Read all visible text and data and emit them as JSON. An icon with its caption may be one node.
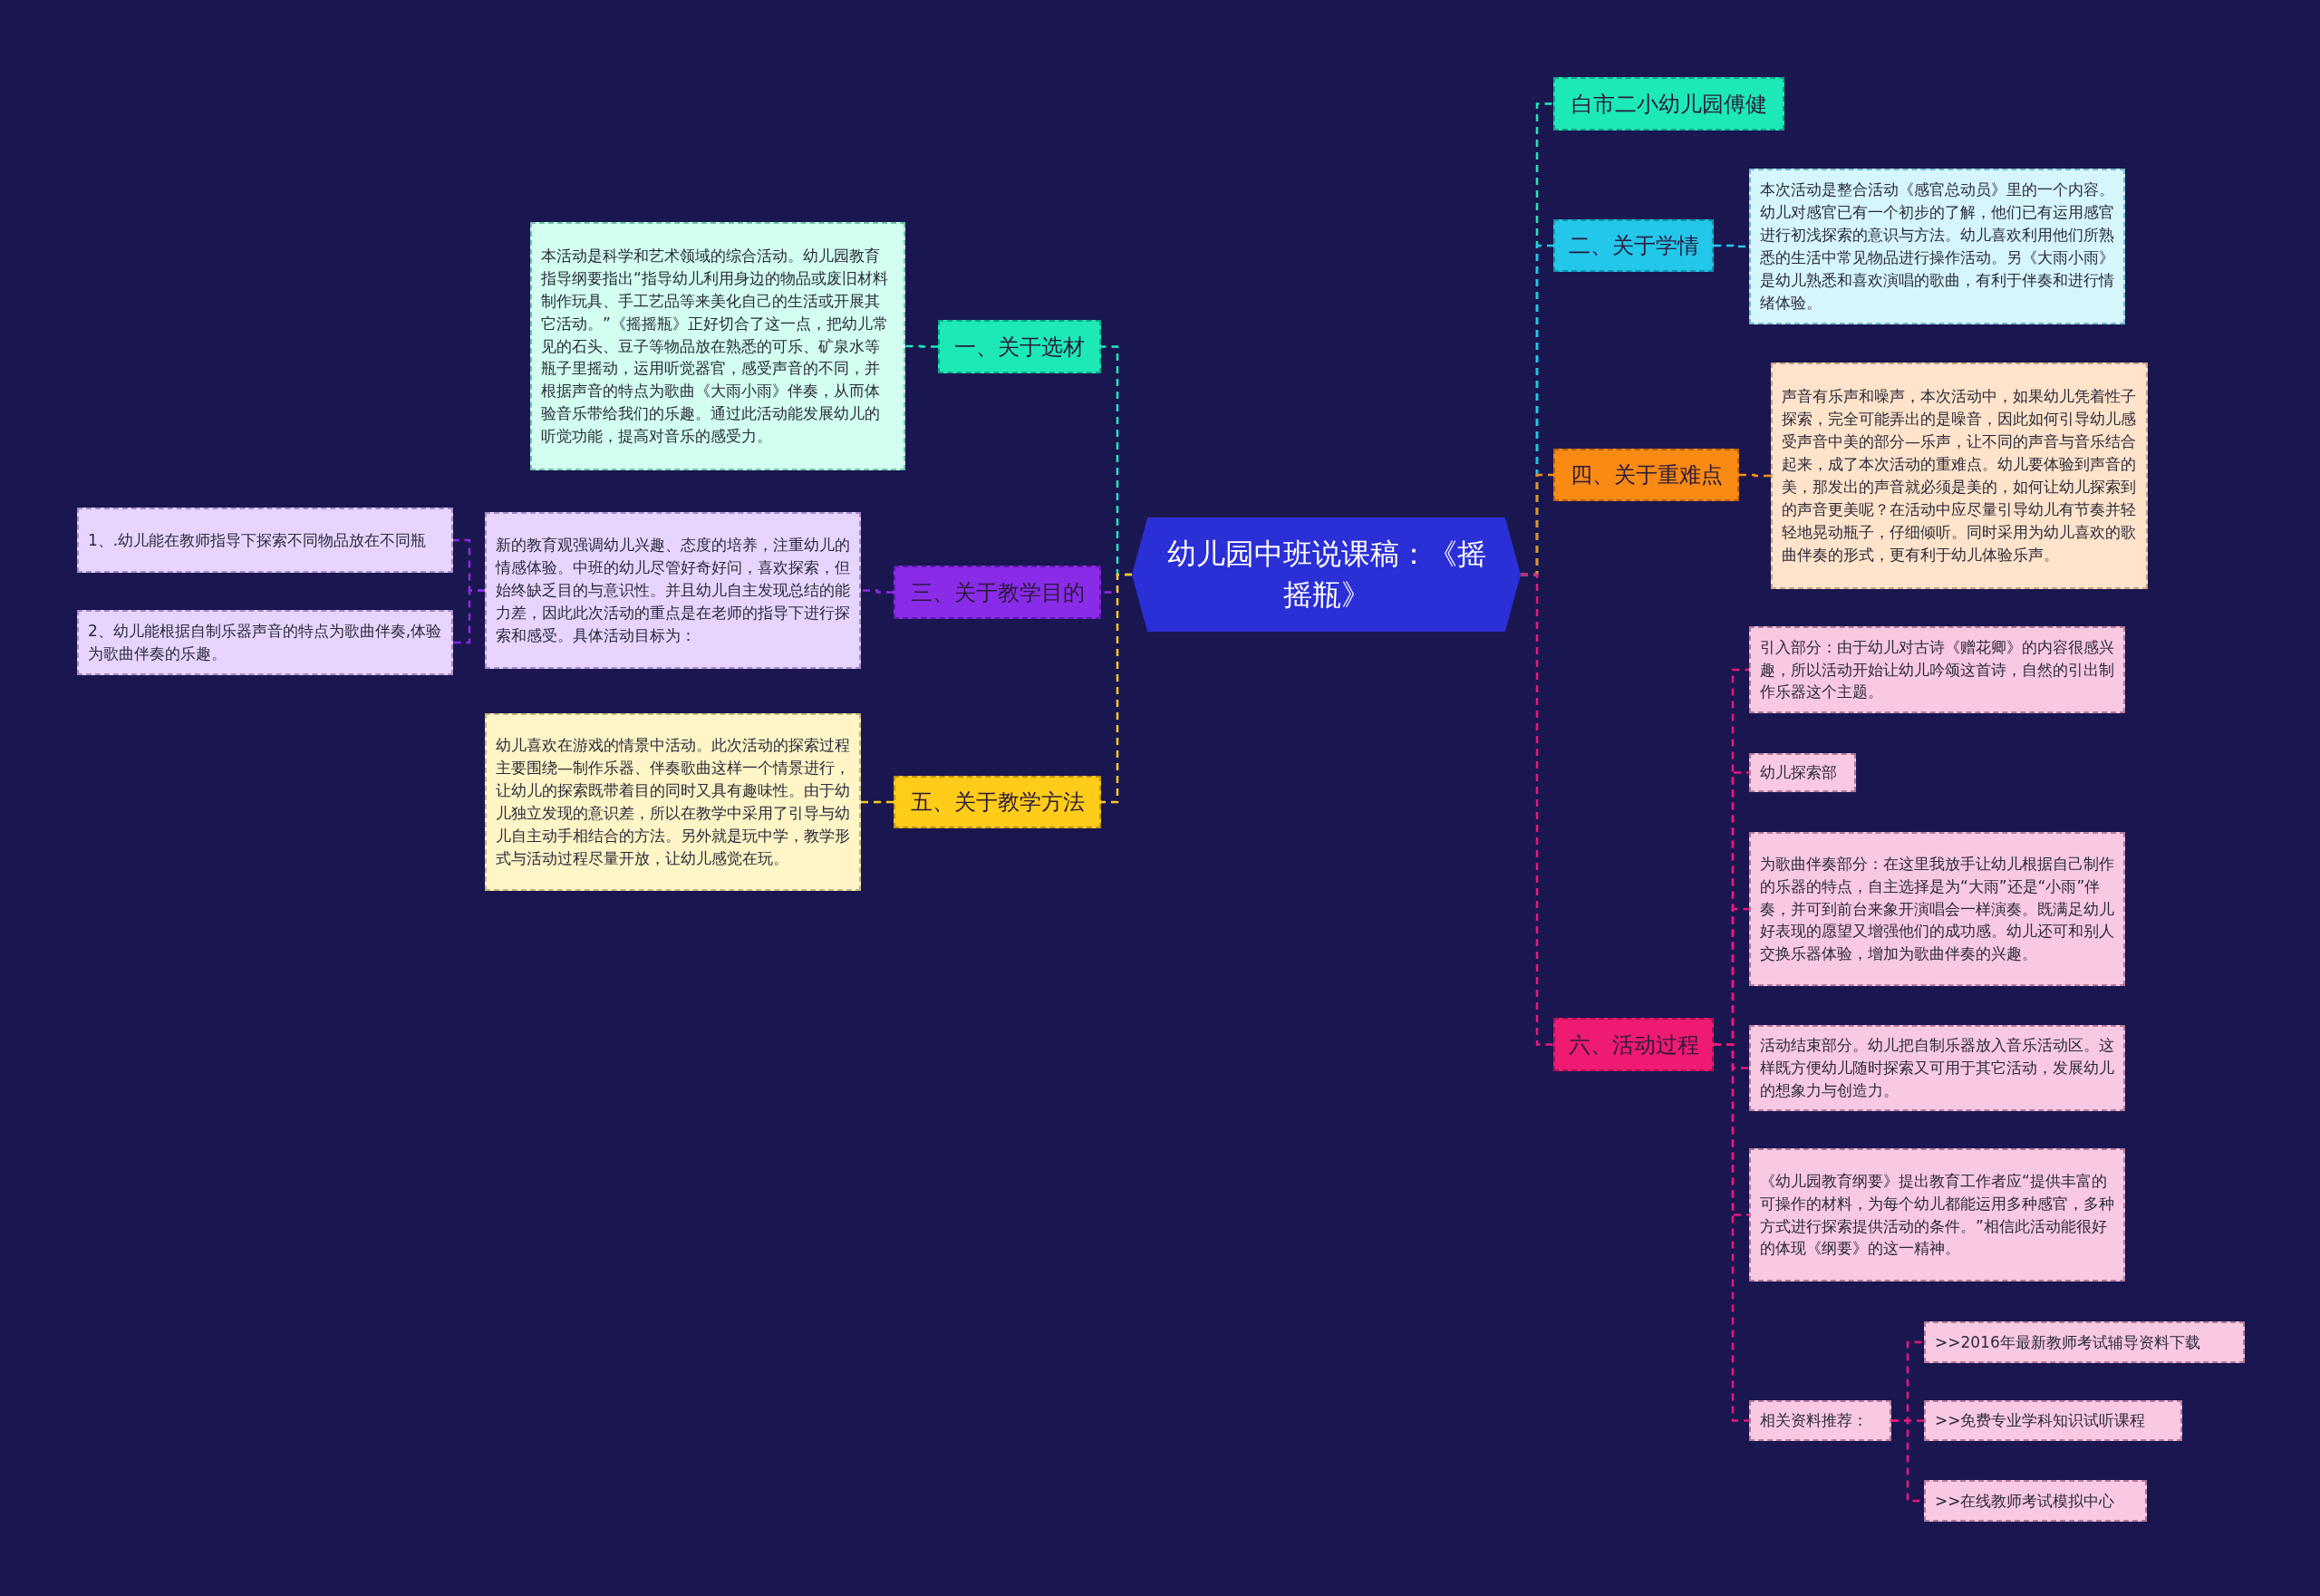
{
  "diagram": {
    "nodes": [
      {
        "text": [
          "幼儿园中班说课稿：《摇摇瓶》"
        ]
      },
      {
        "text": [
          "白市二小幼儿园傅健"
        ]
      },
      {
        "text": [
          "二、关于学情"
        ]
      },
      {
        "text": [
          "本次活动是整合活动《感官总动员》里的一个内容。幼儿对感官已有一个初步的了解，他们已有运用感官进行初浅探索的意识与方法。幼儿喜欢利用他们所熟悉的生活中常见物品进行操作活动。另《大雨小雨》是幼儿熟悉和喜欢演唱的歌曲，有利于伴奏和进行情绪体验。"
        ]
      },
      {
        "text": [
          "一、关于选材"
        ]
      },
      {
        "text": [
          "本活动是科学和艺术领域的综合活动。幼儿园教育指导纲要指出“指导幼儿利用身边的物品或废旧材料制作玩具、手工艺品等来美化自己的生活或开展其它活动。”《摇摇瓶》正好切合了这一点，把幼儿常见的石头、豆子等物品放在熟悉的可乐、矿泉水等瓶子里摇动，运用听觉器官，感受声音的不同，并根据声音的特点为歌曲《大雨小雨》伴奏，从而体验音乐带给我们的乐趣。通过此活动能发展幼儿的听觉功能，提高对音乐的感受力。"
        ]
      },
      {
        "text": [
          "四、关于重难点"
        ]
      },
      {
        "text": [
          "声音有乐声和噪声，本次活动中，如果幼儿凭着性子探索，完全可能弄出的是噪音，因此如何引导幼儿感受声音中美的部分—乐声，让不同的声音与音乐结合起来，成了本次活动的重难点。幼儿要体验到声音的美，那发出的声音就必须是美的，如何让幼儿探索到的声音更美呢？在活动中应尽量引导幼儿有节奏并轻轻地晃动瓶子，仔细倾听。同时采用为幼儿喜欢的歌曲伴奏的形式，更有利于幼儿体验乐声。"
        ]
      },
      {
        "text": [
          "三、关于教学目的"
        ]
      },
      {
        "text": [
          "新的教育观强调幼儿兴趣、态度的培养，注重幼儿的情感体验。中班的幼儿尽管好奇好问，喜欢探索，但始终缺乏目的与意识性。并且幼儿自主发现总结的能力差，因此此次活动的重点是在老师的指导下进行探索和感受。具体活动目标为："
        ]
      },
      {
        "text": [
          "1、.幼儿能在教师指导下探索不同物品放在不同瓶"
        ]
      },
      {
        "text": [
          "2、幼儿能根据自制乐器声音的特点为歌曲伴奏,体验为歌曲伴奏的乐趣。"
        ]
      },
      {
        "text": [
          "五、关于教学方法"
        ]
      },
      {
        "text": [
          "幼儿喜欢在游戏的情景中活动。此次活动的探索过程主要围绕—制作乐器、伴奏歌曲这样一个情景进行，让幼儿的探索既带着目的同时又具有趣味性。由于幼儿独立发现的意识差，所以在教学中采用了引导与幼儿自主动手相结合的方法。另外就是玩中学，教学形式与活动过程尽量开放，让幼儿感觉在玩。"
        ]
      },
      {
        "text": [
          "六、活动过程"
        ]
      },
      {
        "text": [
          "引入部分：由于幼儿对古诗《赠花卿》的内容很感兴趣，所以活动开始让幼儿吟颂这首诗，自然的引出制作乐器这个主题。"
        ]
      },
      {
        "text": [
          "幼儿探索部"
        ]
      },
      {
        "text": [
          "为歌曲伴奏部分：在这里我放手让幼儿根据自己制作的乐器的特点，自主选择是为“大雨”还是“小雨”伴奏，并可到前台来象开演唱会一样演奏。既满足幼儿好表现的愿望又增强他们的成功感。幼儿还可和别人交换乐器体验，增加为歌曲伴奏的兴趣。"
        ]
      },
      {
        "text": [
          "活动结束部分。幼儿把自制乐器放入音乐活动区。这样既方便幼儿随时探索又可用于其它活动，发展幼儿的想象力与创造力。"
        ]
      },
      {
        "text": [
          "《幼儿园教育纲要》提出教育工作者应“提供丰富的可操作的材料，为每个幼儿都能运用多种感官，多种方式进行探索提供活动的条件。”相信此活动能很好的体现《纲要》的这一精神。"
        ]
      },
      {
        "text": [
          "相关资料推荐："
        ]
      },
      {
        "text": [
          ">>2016年最新教师考试辅导资料下载"
        ]
      },
      {
        "text": [
          ">>免费专业学科知识试听课程"
        ]
      },
      {
        "text": [
          ">>在线教师考试模拟中心"
        ]
      }
    ],
    "edges": [
      {
        "from": 0,
        "to": 1,
        "arrow": "none",
        "color": "#1de9b6"
      },
      {
        "from": 0,
        "to": 2,
        "arrow": "none",
        "color": "#22c7ea"
      },
      {
        "from": 2,
        "to": 3,
        "arrow": "none",
        "color": "#22c7ea"
      },
      {
        "from": 0,
        "to": 4,
        "arrow": "none",
        "color": "#1de9b6"
      },
      {
        "from": 4,
        "to": 5,
        "arrow": "none",
        "color": "#1de9b6"
      },
      {
        "from": 0,
        "to": 6,
        "arrow": "none",
        "color": "#f98a14"
      },
      {
        "from": 6,
        "to": 7,
        "arrow": "none",
        "color": "#f98a14"
      },
      {
        "from": 0,
        "to": 8,
        "arrow": "none",
        "color": "#8a2be8"
      },
      {
        "from": 8,
        "to": 9,
        "arrow": "none",
        "color": "#8a2be8"
      },
      {
        "from": 9,
        "to": 10,
        "arrow": "none",
        "color": "#8a2be8"
      },
      {
        "from": 9,
        "to": 11,
        "arrow": "none",
        "color": "#8a2be8"
      },
      {
        "from": 0,
        "to": 12,
        "arrow": "none",
        "color": "#ffcc1a"
      },
      {
        "from": 12,
        "to": 13,
        "arrow": "none",
        "color": "#ffcc1a"
      },
      {
        "from": 0,
        "to": 14,
        "arrow": "none"
      },
      {
        "from": 14,
        "to": 15,
        "arrow": "none"
      },
      {
        "from": 14,
        "to": 16,
        "arrow": "none"
      },
      {
        "from": 14,
        "to": 17,
        "arrow": "none"
      },
      {
        "from": 14,
        "to": 18,
        "arrow": "none"
      },
      {
        "from": 14,
        "to": 19,
        "arrow": "none"
      },
      {
        "from": 14,
        "to": 20,
        "arrow": "none"
      },
      {
        "from": 20,
        "to": 21,
        "arrow": "none"
      },
      {
        "from": 20,
        "to": 22,
        "arrow": "none"
      },
      {
        "from": 20,
        "to": 23,
        "arrow": "none"
      }
    ]
  }
}
